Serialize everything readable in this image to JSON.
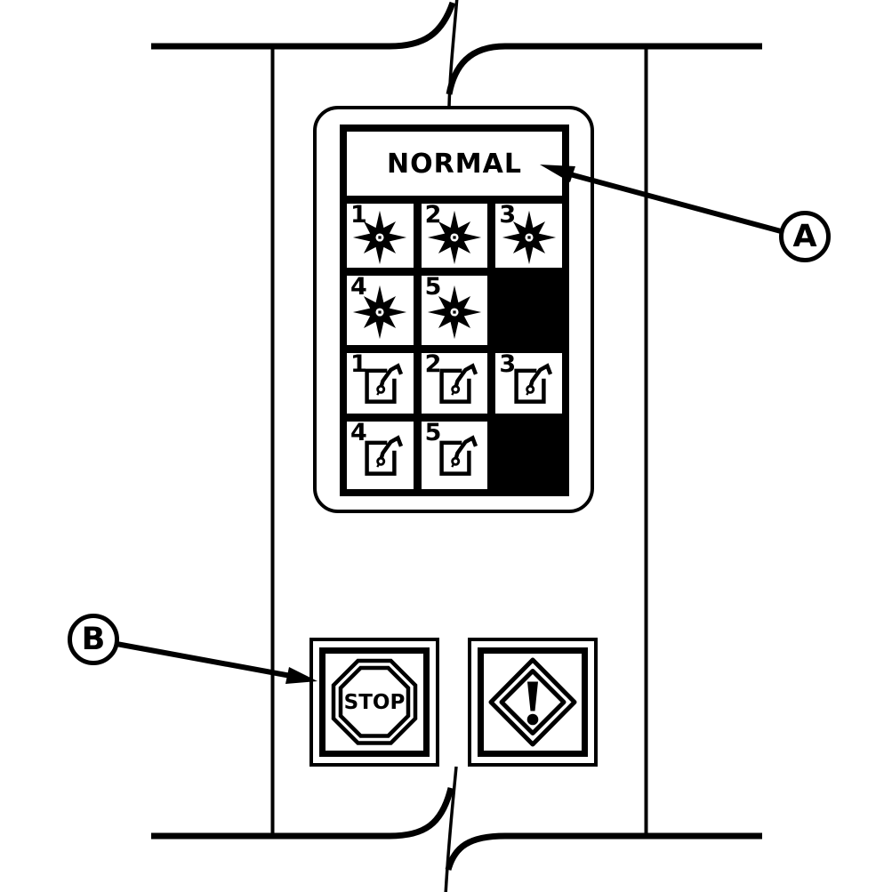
{
  "panel": {
    "display": {
      "status": "NORMAL"
    },
    "indicators": [
      {
        "number": "1"
      },
      {
        "number": "2"
      },
      {
        "number": "3"
      },
      {
        "number": "4"
      },
      {
        "number": "5"
      }
    ],
    "switches": [
      {
        "number": "1"
      },
      {
        "number": "2"
      },
      {
        "number": "3"
      },
      {
        "number": "4"
      },
      {
        "number": "5"
      }
    ],
    "stop_button": {
      "label": "STOP"
    },
    "icons": {
      "indicator": "star-burst-icon",
      "switch": "toggle-switch-icon",
      "stop": "stop-octagon-icon",
      "warning": "warning-diamond-exclamation-icon"
    }
  },
  "callouts": {
    "a": {
      "label": "A"
    },
    "b": {
      "label": "B"
    }
  },
  "colors": {
    "ink": "#000000",
    "paper": "#ffffff"
  }
}
